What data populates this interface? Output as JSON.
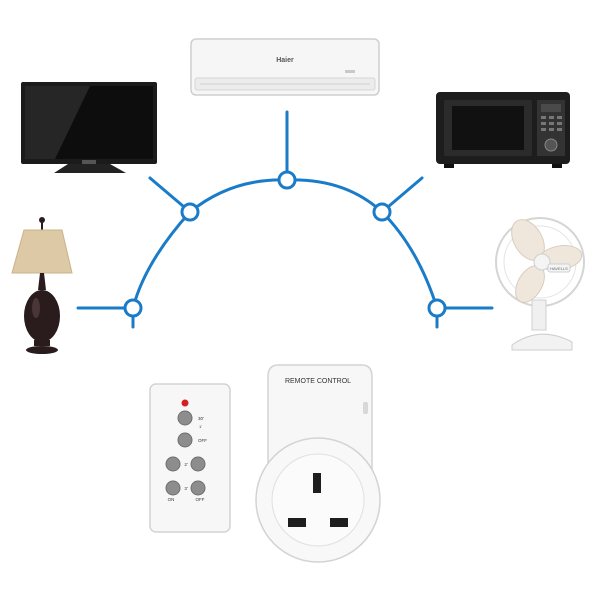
{
  "colors": {
    "network_line": "#1a7cc9",
    "node_fill": "#ffffff",
    "device_white": "#f4f4f4",
    "device_dark": "#1b1b1b",
    "button_gray": "#8d8d8d",
    "led_red": "#d42020"
  },
  "appliances": [
    {
      "icon": "television-icon"
    },
    {
      "icon": "air-conditioner-icon",
      "brand": "Haier"
    },
    {
      "icon": "microwave-oven-icon"
    },
    {
      "icon": "table-lamp-icon"
    },
    {
      "icon": "electric-fan-icon",
      "brand": "HAVELLS"
    }
  ],
  "remote": {
    "icon": "remote-control-icon",
    "buttons": [
      {
        "label": "30'"
      },
      {
        "label": "OFF"
      },
      {
        "label": "2'"
      },
      {
        "label": "ON"
      },
      {
        "label": "OFF"
      }
    ],
    "row_markers": [
      "1'",
      "3'"
    ]
  },
  "socket": {
    "icon": "remote-control-socket-icon",
    "label": "REMOTE CONTROL"
  }
}
